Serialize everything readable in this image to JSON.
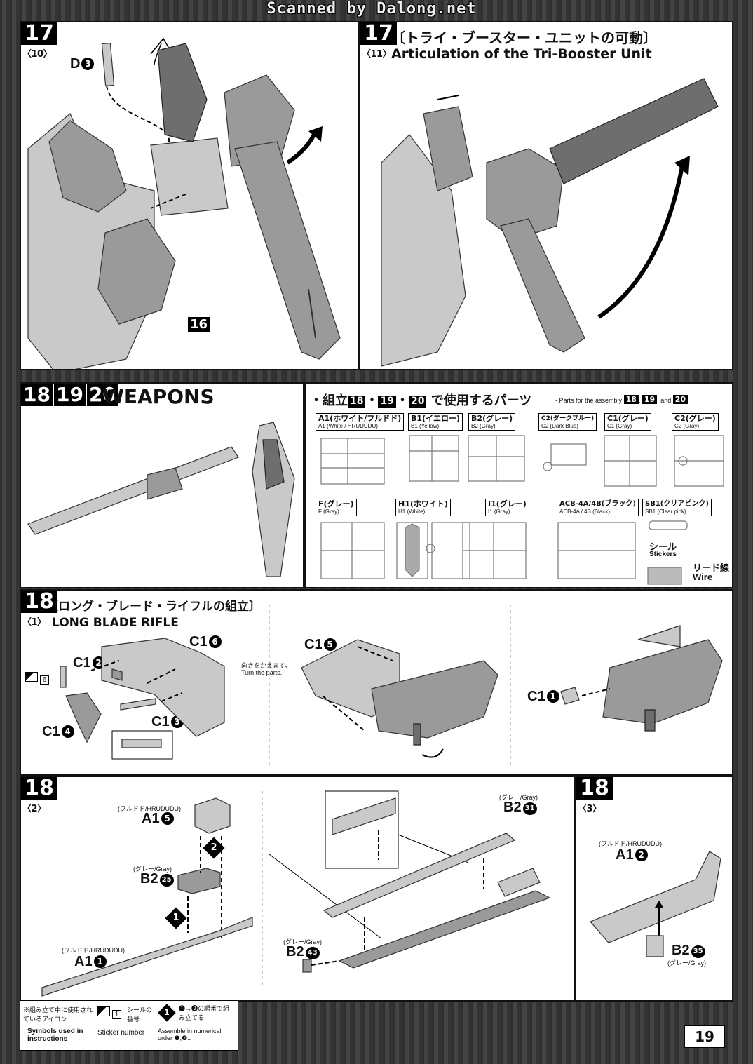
{
  "banner": "Scanned by Dalong.net",
  "page_number": "19",
  "step17a": {
    "num": "17",
    "sub": "〈10〉",
    "part_label": "D",
    "part_num": "3",
    "ref_step": "16"
  },
  "step17b": {
    "num": "17",
    "sub": "〈11〉",
    "title_jp": "〔トライ・ブースター・ユニットの可動〕",
    "title_en": "Articulation of the Tri-Booster Unit"
  },
  "weapons": {
    "nums": [
      "18",
      "19",
      "20"
    ],
    "title": "WEAPONS"
  },
  "parts_list": {
    "heading_prefix": "・組立",
    "heading_suffix": "で使用するパーツ",
    "heading_en": "- Parts for the assembly",
    "heading_en_and": "and",
    "heading_nums": [
      "18",
      "19",
      "20"
    ],
    "cards": [
      {
        "jp": "A1(ホワイト/フルドド)",
        "en": "A1 (White / HRUDUDU)"
      },
      {
        "jp": "B1(イエロー)",
        "en": "B1 (Yellow)"
      },
      {
        "jp": "B2(グレー)",
        "en": "B2 (Gray)"
      },
      {
        "jp": "C2(ダークブルー)",
        "en": "C2 (Dark Blue)"
      },
      {
        "jp": "C1(グレー)",
        "en": "C1 (Gray)"
      },
      {
        "jp": "C2(グレー)",
        "en": "C2 (Gray)"
      },
      {
        "jp": "F(グレー)",
        "en": "F (Gray)"
      },
      {
        "jp": "H1(ホワイト)",
        "en": "H1 (White)"
      },
      {
        "jp": "I1(グレー)",
        "en": "I1 (Gray)"
      },
      {
        "jp": "ACB-4A/4B(ブラック)",
        "en": "ACB-4A / 4B (Black)"
      },
      {
        "jp": "SB1(クリアピンク)",
        "en": "SB1 (Clear pink)"
      }
    ],
    "stickers_jp": "シール",
    "stickers_en": "Stickers",
    "wire_jp": "リード線",
    "wire_en": "Wire"
  },
  "step18_1": {
    "num": "18",
    "sub": "〈1〉",
    "title_jp": "〔ロング・ブレード・ライフルの組立〕",
    "title_en": "LONG BLADE RIFLE",
    "sticker_no": "6",
    "labels": [
      {
        "part": "C1",
        "n": "2"
      },
      {
        "part": "C1",
        "n": "6"
      },
      {
        "part": "C1",
        "n": "4"
      },
      {
        "part": "C1",
        "n": "3"
      },
      {
        "part": "C1",
        "n": "5"
      },
      {
        "part": "C1",
        "n": "1"
      }
    ],
    "turn_jp": "向きをかえます。",
    "turn_en": "Turn the parts."
  },
  "step18_2": {
    "num": "18",
    "sub": "〈2〉",
    "labels": [
      {
        "color": "(フルドド/HRUDUDU)",
        "part": "A1",
        "n": "5"
      },
      {
        "color": "(グレー/Gray)",
        "part": "B2",
        "n": "25"
      },
      {
        "color": "(フルドド/HRUDUDU)",
        "part": "A1",
        "n": "1"
      },
      {
        "color": "(グレー/Gray)",
        "part": "B2",
        "n": "31"
      },
      {
        "color": "(グレー/Gray)",
        "part": "B2",
        "n": "43"
      }
    ],
    "order1": "1",
    "order2": "2"
  },
  "step18_3": {
    "num": "18",
    "sub": "〈3〉",
    "labels": [
      {
        "color": "(フルドド/HRUDUDU)",
        "part": "A1",
        "n": "2"
      },
      {
        "color": "(グレー/Gray)",
        "part": "B2",
        "n": "35"
      }
    ]
  },
  "legend": {
    "title_jp": "※組み立て中に使用されているアイコン",
    "title_en": "Symbols used in instructions",
    "sticker_jp": "シールの番号",
    "sticker_en": "Sticker number",
    "sticker_box": "1",
    "order_jp": "❶→❷の順番で組み立てる",
    "order_en": "Assemble in numerical order ❶,❷..",
    "order_icon": "1"
  },
  "colors": {
    "panel_bg": "#ffffff",
    "frame": "#111111",
    "part_gray": "#9a9a9a",
    "page_bg": "#3a3a3a"
  }
}
